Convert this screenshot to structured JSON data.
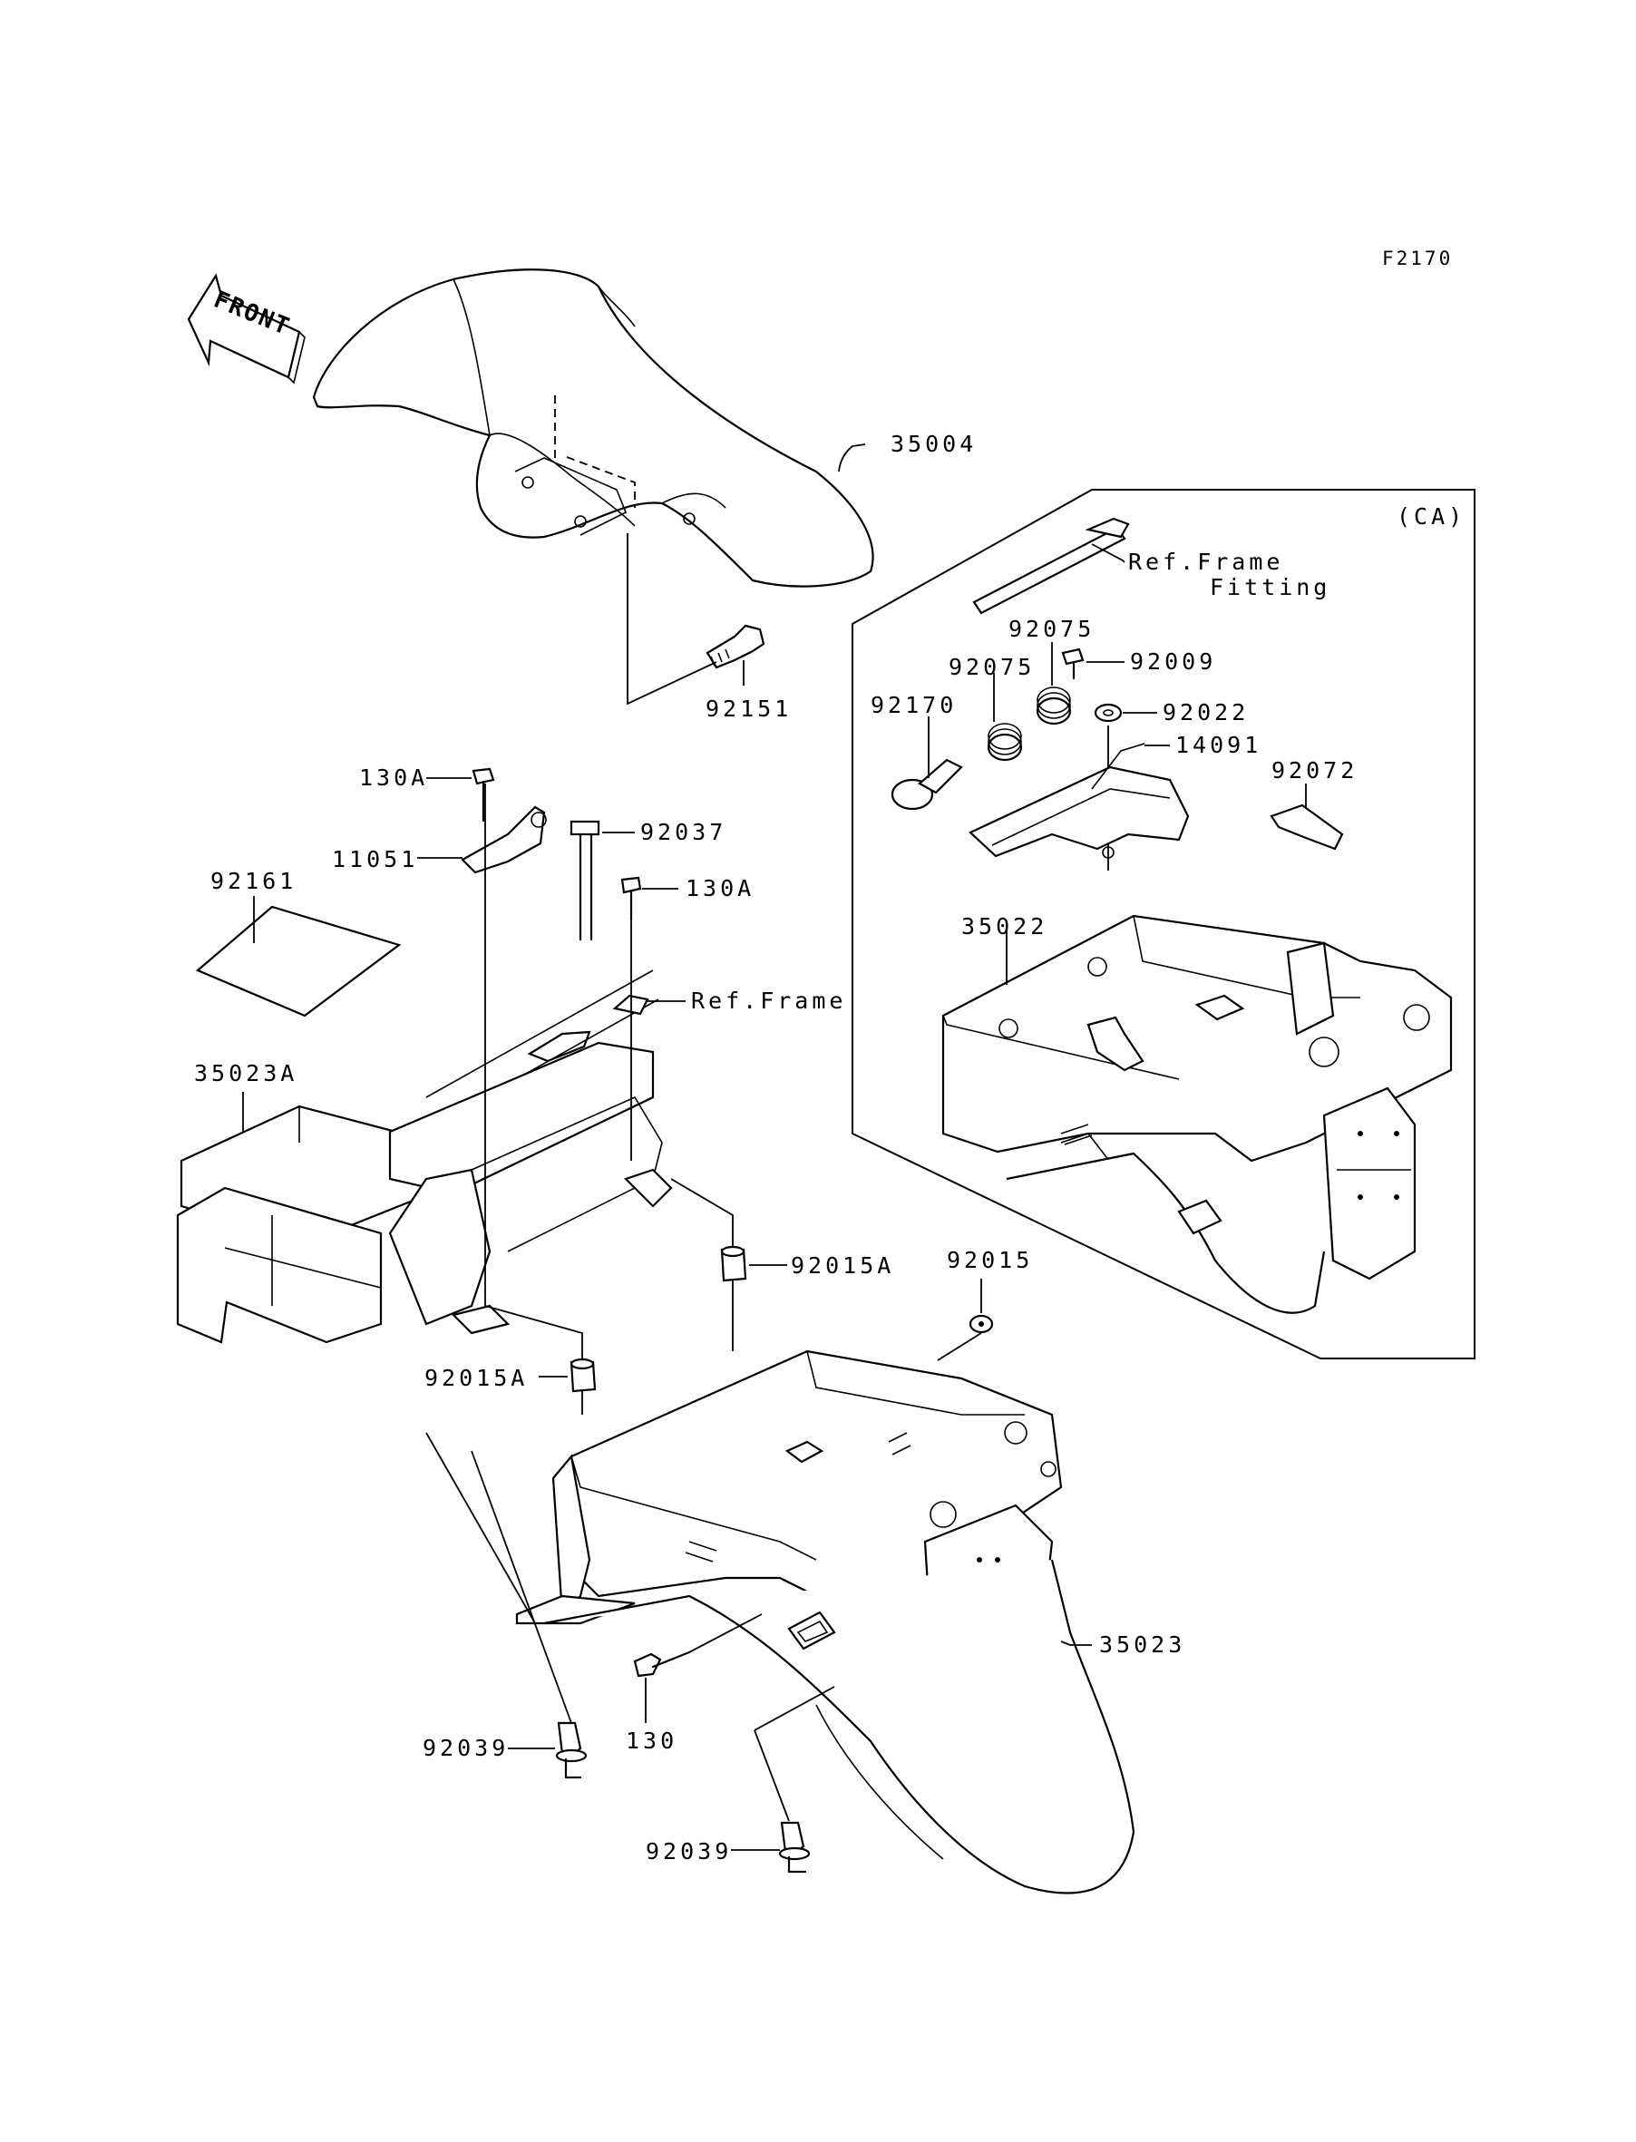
{
  "figure_code": "F2170",
  "front_label": "FRONT",
  "ca_label": "(CA)",
  "ref_frame_fitting": [
    "Ref.Frame",
    "Fitting"
  ],
  "ref_frame": "Ref.Frame",
  "parts": {
    "p35004": "35004",
    "p92151": "92151",
    "p130A_top": "130A",
    "p130A_mid": "130A",
    "p11051": "11051",
    "p92037": "92037",
    "p92161": "92161",
    "p35023A": "35023A",
    "p92015A_right": "92015A",
    "p92015A_left": "92015A",
    "p92015": "92015",
    "p35023": "35023",
    "p130": "130",
    "p92039_left": "92039",
    "p92039_bottom": "92039",
    "p92075_a": "92075",
    "p92075_b": "92075",
    "p92009": "92009",
    "p92170": "92170",
    "p92022": "92022",
    "p14091": "14091",
    "p92072": "92072",
    "p35022": "35022"
  }
}
